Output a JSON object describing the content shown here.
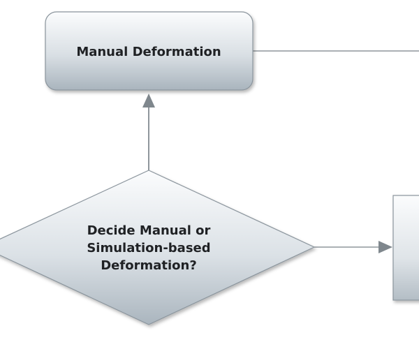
{
  "diagram": {
    "nodes": {
      "manual_deformation": {
        "label": "Manual Deformation"
      },
      "decision": {
        "lines": [
          "Decide Manual or",
          "Simulation-based",
          "Deformation?"
        ]
      },
      "offscreen_box": {
        "label": ""
      }
    },
    "colors": {
      "box_top": "#fbfcfd",
      "box_bottom": "#a9b4bd",
      "outline": "#8a949c",
      "connector": "#8f969c",
      "text": "#1f2124"
    }
  }
}
